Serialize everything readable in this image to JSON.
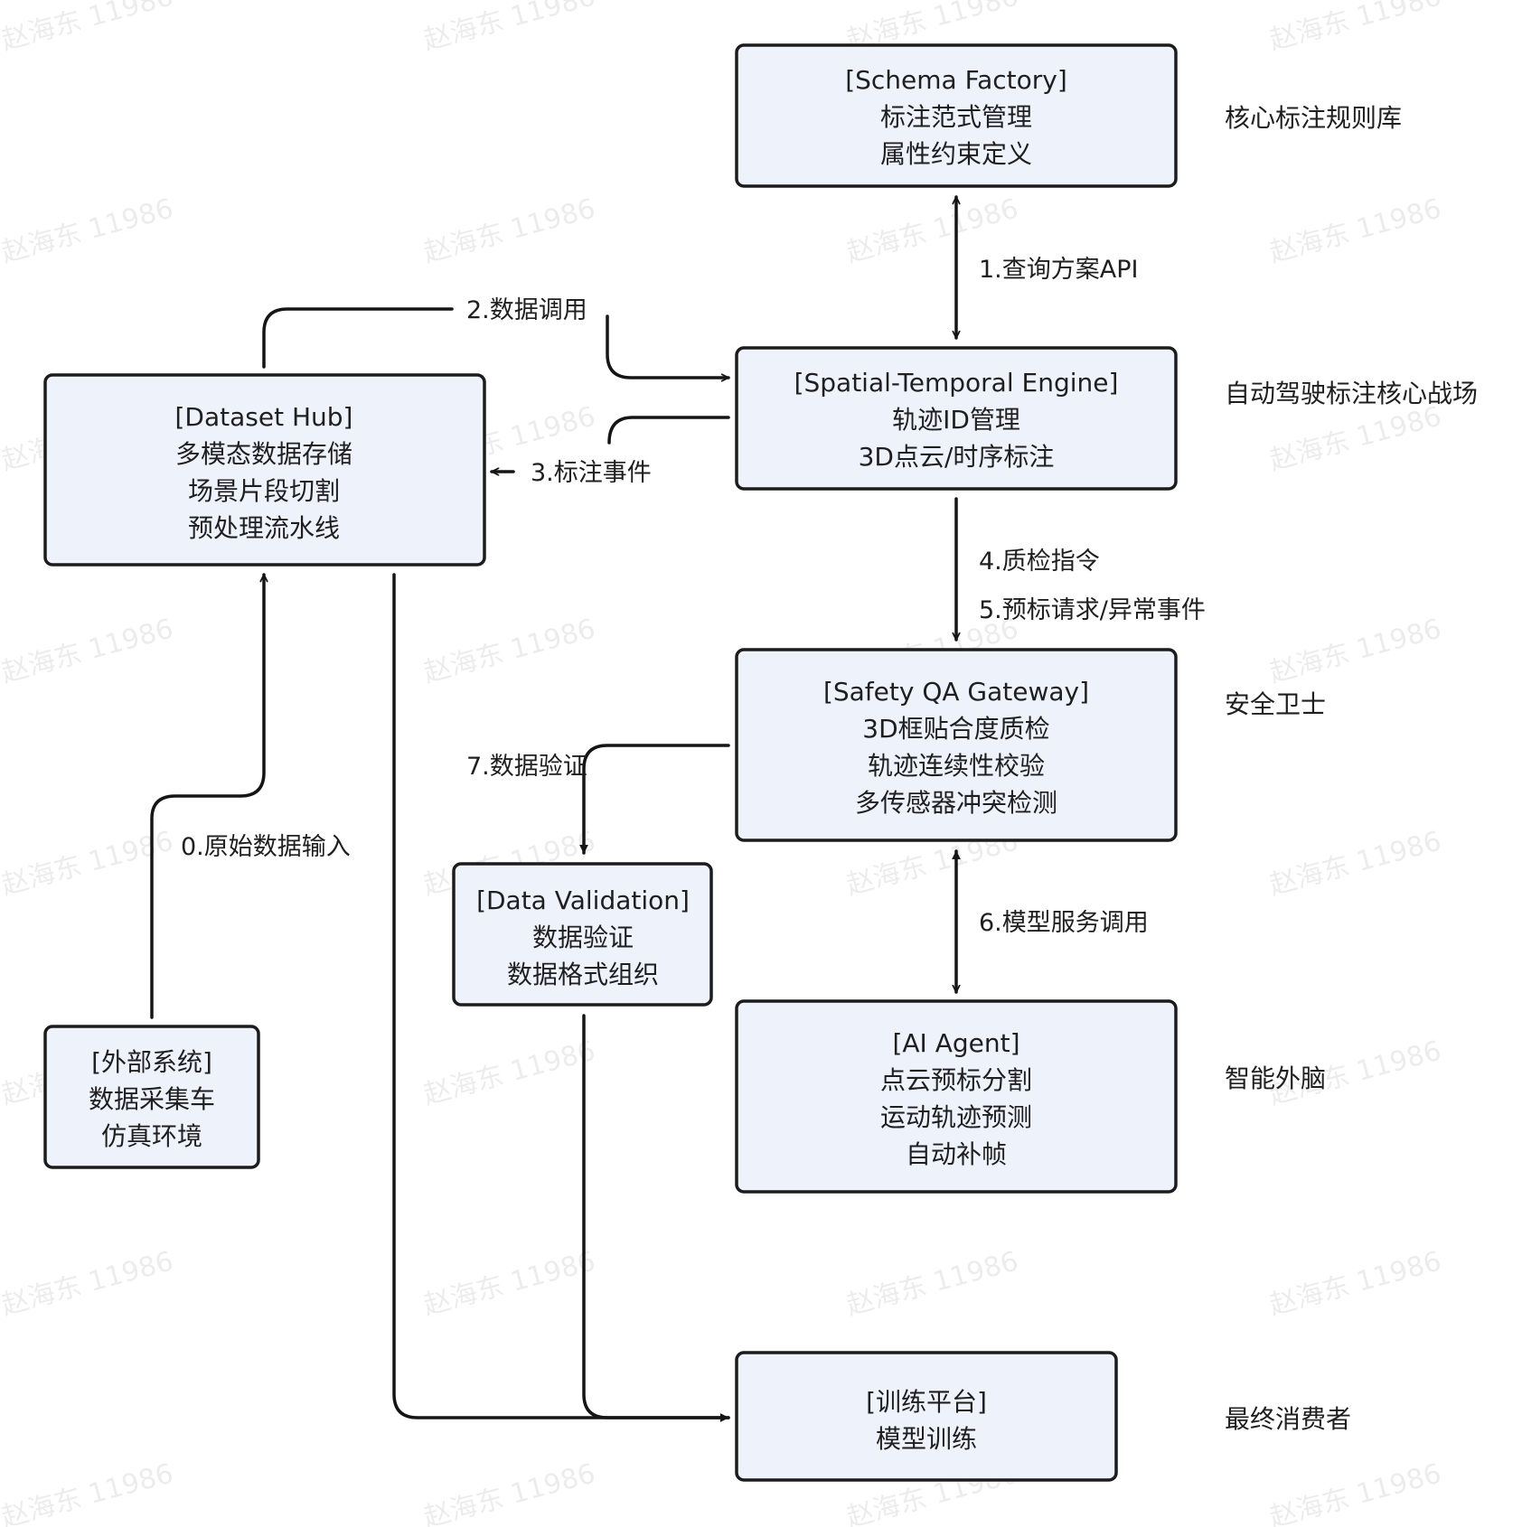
{
  "watermark": "赵海东 11986",
  "nodes": {
    "schema_factory": {
      "lines": [
        "[Schema Factory]",
        "标注范式管理",
        "属性约束定义"
      ]
    },
    "spatial_temporal_engine": {
      "lines": [
        "[Spatial-Temporal Engine]",
        "轨迹ID管理",
        "3D点云/时序标注"
      ]
    },
    "dataset_hub": {
      "lines": [
        "[Dataset Hub]",
        "多模态数据存储",
        "场景片段切割",
        "预处理流水线"
      ]
    },
    "safety_qa_gateway": {
      "lines": [
        "[Safety QA Gateway]",
        "3D框贴合度质检",
        "轨迹连续性校验",
        "多传感器冲突检测"
      ]
    },
    "data_validation": {
      "lines": [
        "[Data Validation]",
        "数据验证",
        "数据格式组织"
      ]
    },
    "ai_agent": {
      "lines": [
        "[AI Agent]",
        "点云预标分割",
        "运动轨迹预测",
        "自动补帧"
      ]
    },
    "external_system": {
      "lines": [
        "[外部系统]",
        "数据采集车",
        "仿真环境"
      ]
    },
    "training_platform": {
      "lines": [
        "[训练平台]",
        "模型训练"
      ]
    }
  },
  "edge_labels": {
    "query_api": "1.查询方案API",
    "data_call": "2.数据调用",
    "annotation_event": "3.标注事件",
    "qa_command": "4.质检指令",
    "prelabel_request": "5.预标请求/异常事件",
    "model_service_call": "6.模型服务调用",
    "data_validation": "7.数据验证",
    "raw_data_input": "0.原始数据输入"
  },
  "side_labels": {
    "schema_factory": "核心标注规则库",
    "spatial_temporal_engine": "自动驾驶标注核心战场",
    "safety_qa_gateway": "安全卫士",
    "ai_agent": "智能外脑",
    "training_platform": "最终消费者"
  }
}
